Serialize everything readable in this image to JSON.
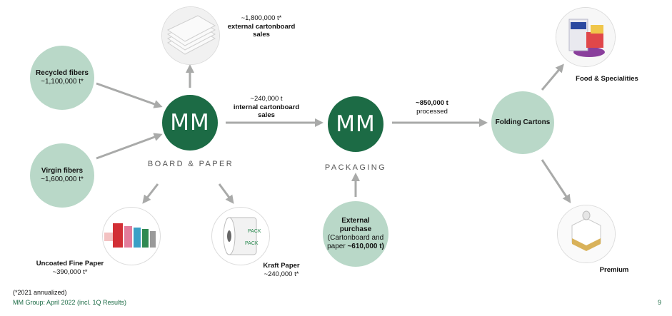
{
  "nodes": {
    "recycled": {
      "title": "Recycled fibers",
      "value": "~1,100,000 t*"
    },
    "virgin": {
      "title": "Virgin fibers",
      "value": "~1,600,000 t*"
    },
    "board_paper": {
      "logo": "MM",
      "subtitle": "BOARD & PAPER"
    },
    "packaging": {
      "logo": "MM",
      "subtitle": "PACKAGING"
    },
    "external_purchase": {
      "line1": "External",
      "line2": "purchase",
      "line3": "(Cartonboard and",
      "line4_prefix": "paper ",
      "line4_value": "~610,000 t)"
    },
    "folding_cartons": {
      "title": "Folding Cartons"
    }
  },
  "labels": {
    "external_sales": {
      "value": "~1,800,000 t*",
      "line1": "external cartonboard",
      "line2": "sales"
    },
    "internal_sales": {
      "value": "~240,000 t",
      "line1": "internal cartonboard",
      "line2": "sales"
    },
    "processed": {
      "value": "~850,000 t",
      "line1": "processed"
    },
    "uncoated": {
      "title": "Uncoated Fine Paper",
      "value": "~390,000 t*"
    },
    "kraft": {
      "title": "Kraft Paper",
      "value": "~240,000 t*"
    },
    "food": {
      "title": "Food & Specialities"
    },
    "premium": {
      "title": "Premium"
    }
  },
  "footer": {
    "note": "(*2021 annualized)",
    "source": "MM Group: April 2022 (incl. 1Q Results)",
    "page": "9"
  },
  "colors": {
    "dark_green": "#1c6b45",
    "mint": "#b9d8c8",
    "arrow": "#a9aaa9"
  }
}
